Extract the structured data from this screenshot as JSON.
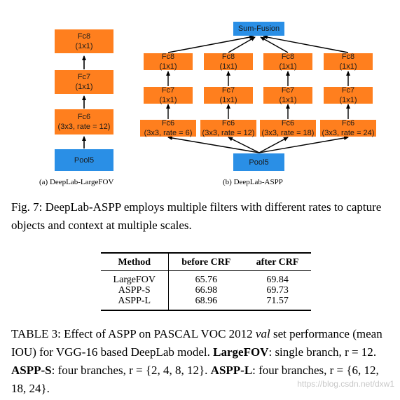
{
  "diagram_a": {
    "blocks": [
      {
        "name": "fc8",
        "line1": "Fc8",
        "line2": "(1x1)"
      },
      {
        "name": "fc7",
        "line1": "Fc7",
        "line2": "(1x1)"
      },
      {
        "name": "fc6",
        "line1": "Fc6",
        "line2": "(3x3, rate = 12)"
      },
      {
        "name": "pool5",
        "line1": "Pool5",
        "line2": ""
      }
    ],
    "subcaption": "(a) DeepLab-LargeFOV"
  },
  "diagram_b": {
    "fusion_label": "Sum-Fusion",
    "pool_label": "Pool5",
    "branches": [
      {
        "fc8": [
          "Fc8",
          "(1x1)"
        ],
        "fc7": [
          "Fc7",
          "(1x1)"
        ],
        "fc6": [
          "Fc6",
          "(3x3, rate = 6)"
        ]
      },
      {
        "fc8": [
          "Fc8",
          "(1x1)"
        ],
        "fc7": [
          "Fc7",
          "(1x1)"
        ],
        "fc6": [
          "Fc6",
          "(3x3, rate = 12)"
        ]
      },
      {
        "fc8": [
          "Fc8",
          "(1x1)"
        ],
        "fc7": [
          "Fc7",
          "(1x1)"
        ],
        "fc6": [
          "Fc6",
          "(3x3, rate = 18)"
        ]
      },
      {
        "fc8": [
          "Fc8",
          "(1x1)"
        ],
        "fc7": [
          "Fc7",
          "(1x1)"
        ],
        "fc6": [
          "Fc6",
          "(3x3, rate = 24)"
        ]
      }
    ],
    "subcaption": "(b) DeepLab-ASPP"
  },
  "figure_caption": "Fig. 7: DeepLab-ASPP employs multiple filters with different rates to capture objects and context at multiple scales.",
  "table": {
    "headers": [
      "Method",
      "before CRF",
      "after CRF"
    ],
    "rows": [
      [
        "LargeFOV",
        "65.76",
        "69.84"
      ],
      [
        "ASPP-S",
        "66.98",
        "69.73"
      ],
      [
        "ASPP-L",
        "68.96",
        "71.57"
      ]
    ]
  },
  "table_caption": {
    "p1": "TABLE 3: Effect of ASPP on PASCAL VOC 2012 ",
    "val": "val",
    "p2": " set performance (mean IOU) for VGG-16 based DeepLab model. ",
    "b1": "LargeFOV",
    "p3": ": single branch, ",
    "r1": "r = 12",
    "p4": ". ",
    "b2": "ASPP-S",
    "p5": ": four branches, ",
    "r2": "r = {2, 4, 8, 12}",
    "p6": ". ",
    "b3": "ASPP-L",
    "p7": ": four branches, ",
    "r3": "r = {6, 12, 18, 24}",
    "p8": "."
  },
  "watermark": "https://blog.csdn.net/dxw1"
}
